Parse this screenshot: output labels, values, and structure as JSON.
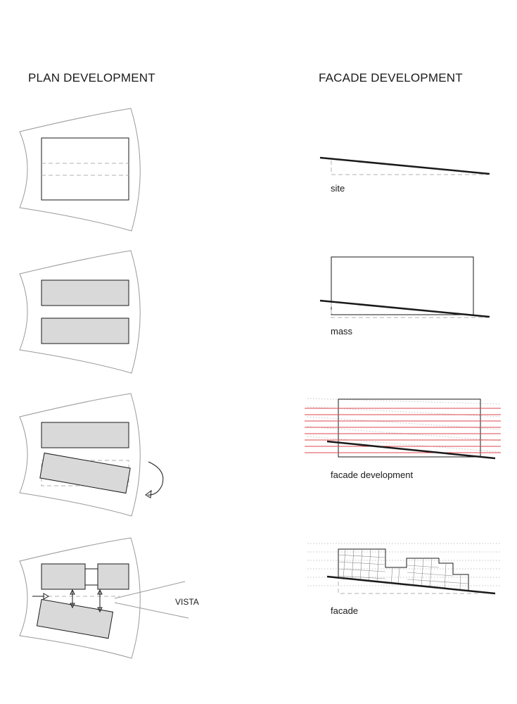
{
  "headings": {
    "plan": "PLAN DEVELOPMENT",
    "facade": "FACADE DEVELOPMENT"
  },
  "facade_labels": {
    "site": "site",
    "mass": "mass",
    "development": "facade development",
    "facade": "facade"
  },
  "plan_labels": {
    "vista": "VISTA"
  },
  "colors": {
    "line": "#1a1a1a",
    "site_outline": "#9a9a9a",
    "block_fill": "#d9d9d9",
    "dashed": "#b0b0b0",
    "red_lines": "#e0474c"
  }
}
